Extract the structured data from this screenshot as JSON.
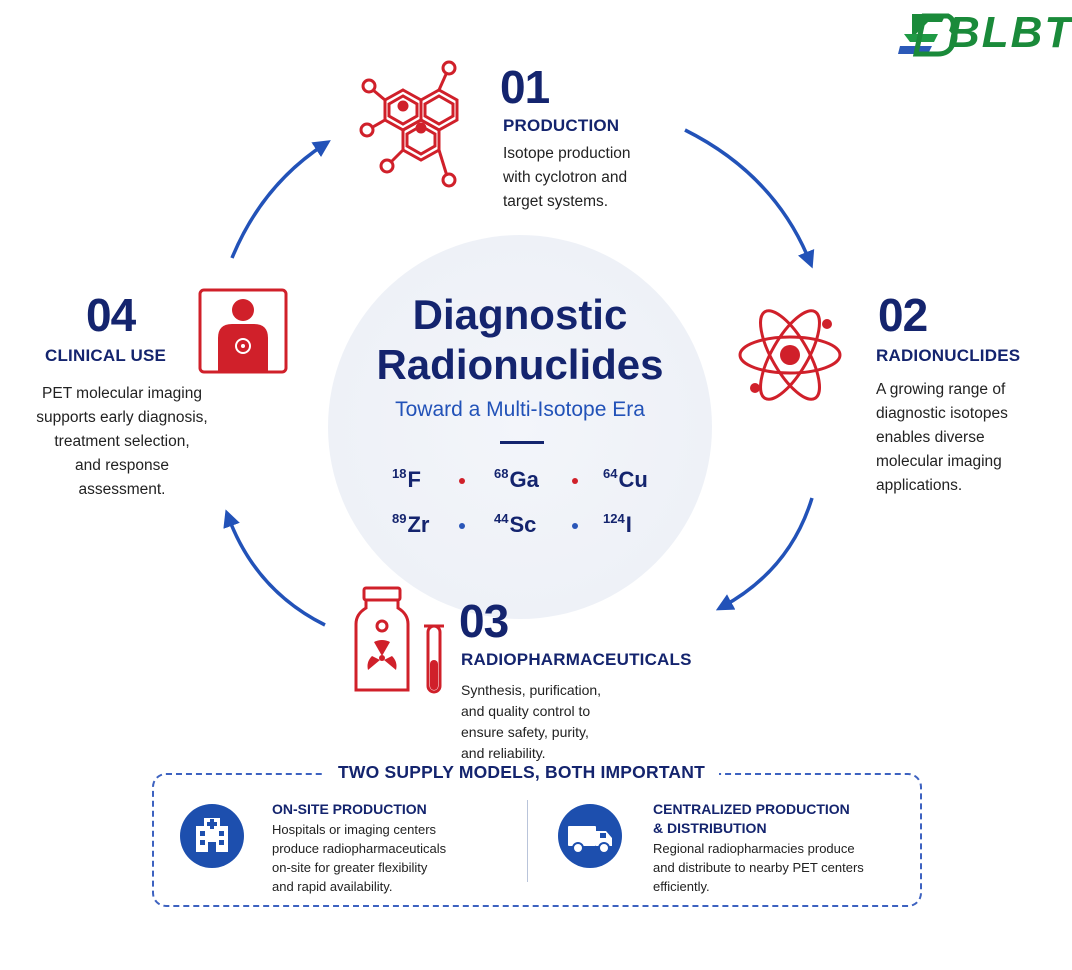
{
  "logo": {
    "text": "BLBT"
  },
  "center": {
    "title_line1": "Diagnostic",
    "title_line2": "Radionuclides",
    "subtitle": "Toward a Multi-Isotope Era",
    "isotopes_row1": [
      {
        "mass": "18",
        "symbol": "F"
      },
      {
        "mass": "68",
        "symbol": "Ga"
      },
      {
        "mass": "64",
        "symbol": "Cu"
      }
    ],
    "isotopes_row2": [
      {
        "mass": "89",
        "symbol": "Zr"
      },
      {
        "mass": "44",
        "symbol": "Sc"
      },
      {
        "mass": "124",
        "symbol": "I"
      }
    ]
  },
  "steps": [
    {
      "number": "01",
      "title": "PRODUCTION",
      "desc": [
        "Isotope production",
        "with cyclotron and",
        "target systems."
      ],
      "icon": "molecule-icon"
    },
    {
      "number": "02",
      "title": "RADIONUCLIDES",
      "desc": [
        "A growing range of",
        "diagnostic isotopes",
        "enables diverse",
        "molecular imaging",
        "applications."
      ],
      "icon": "atom-icon"
    },
    {
      "number": "03",
      "title": "RADIOPHARMACEUTICALS",
      "desc": [
        "Synthesis, purification,",
        "and quality control to",
        "ensure safety, purity,",
        "and reliability."
      ],
      "icon": "radioactive-vial-icon"
    },
    {
      "number": "04",
      "title": "CLINICAL USE",
      "desc": [
        "PET molecular imaging",
        "supports early diagnosis,",
        "treatment selection,",
        "and response",
        "assessment."
      ],
      "icon": "patient-scan-icon"
    }
  ],
  "supply": {
    "heading": "TWO SUPPLY MODELS, BOTH IMPORTANT",
    "models": [
      {
        "title": [
          "ON-SITE PRODUCTION"
        ],
        "desc": [
          "Hospitals or imaging centers",
          "produce radiopharmaceuticals",
          "on-site for greater flexibility",
          "and rapid availability."
        ],
        "icon": "hospital-icon"
      },
      {
        "title": [
          "CENTRALIZED PRODUCTION",
          "& DISTRIBUTION"
        ],
        "desc": [
          "Regional radiopharmacies produce",
          "and distribute to nearby PET centers",
          "efficiently."
        ],
        "icon": "truck-icon"
      }
    ]
  },
  "colors": {
    "navy": "#14246e",
    "red": "#d0202a",
    "blue_arrow": "#2252b8",
    "logo_green": "#1a8a3a"
  }
}
